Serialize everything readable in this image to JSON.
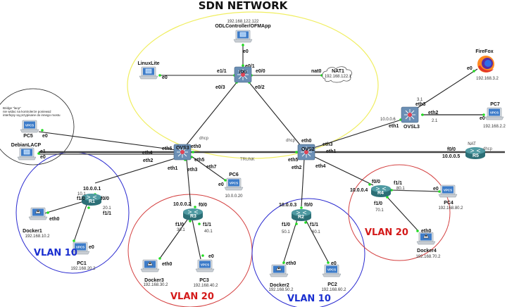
{
  "title": "SDN NETWORK",
  "regions": {
    "sdn_core": {
      "color": "#f0ee60"
    },
    "lacp_note": {
      "color": "#222222",
      "text_lines": [
        "Bridge \"lacp\"",
        "nie widac na kontrolerze ponieważ",
        "interfejsy są przypisane do innego mostu"
      ]
    },
    "vlan_r1": {
      "label": "VLAN 10",
      "color": "#2a2ad0"
    },
    "vlan_r3": {
      "label": "VLAN 20",
      "color": "#d44040"
    },
    "vlan_r2": {
      "label": "VLAN 10",
      "color": "#2a2ad0"
    },
    "vlan_r4": {
      "label": "VLAN 20",
      "color": "#d44040"
    }
  },
  "nodes": {
    "odl": {
      "name": "ODLController/OFMApp",
      "ip": "192.168.122.122",
      "icon": "server-icon"
    },
    "linuxlite": {
      "name": "LinuxLite",
      "icon": "server-icon"
    },
    "iou": {
      "name": "IOU",
      "icon": "switch-icon"
    },
    "nat1": {
      "name": "NAT1",
      "ip": "192.168.122.1",
      "icon": "cloud-icon"
    },
    "ovs3": {
      "name": "OVS3",
      "icon": "switch-icon"
    },
    "ovs2": {
      "name": "OVS2",
      "icon": "switch-icon"
    },
    "ovsl3": {
      "name": "OVSL3",
      "icon": "switch-icon"
    },
    "firefox": {
      "name": "FireFox",
      "ip": "192.168.3.2",
      "icon": "firefox-icon"
    },
    "pc7": {
      "name": "PC7",
      "ip": "192.168.2.2",
      "icon": "vpcs-icon"
    },
    "r5": {
      "name": "R5",
      "tag": "NAT",
      "extra": "dhcp",
      "icon": "router-icon"
    },
    "pc5": {
      "name": "PC5",
      "icon": "vpcs-icon"
    },
    "debian": {
      "name": "DebianLACP",
      "icon": "server-icon"
    },
    "pc6": {
      "name": "PC6",
      "ip": "10.0.0.20",
      "icon": "vpcs-icon"
    },
    "r1": {
      "name": "R1",
      "ip": "10.0.0.1",
      "icon": "router-icon"
    },
    "docker1": {
      "name": "Docker1",
      "ip": "192.168.10.2",
      "icon": "docker-icon"
    },
    "pc1": {
      "name": "PC1",
      "ip": "192.168.20.2",
      "icon": "vpcs-icon"
    },
    "r3": {
      "name": "R3",
      "ip": "10.0.0.2",
      "icon": "router-icon"
    },
    "docker3": {
      "name": "Docker3",
      "ip": "192.168.30.2",
      "icon": "docker-icon"
    },
    "pc3": {
      "name": "PC3",
      "ip": "192.168.40.2",
      "icon": "vpcs-icon"
    },
    "r2": {
      "name": "R2",
      "ip": "10.0.0.3",
      "icon": "router-icon"
    },
    "docker2": {
      "name": "Docker2",
      "ip": "192.168.50.2",
      "icon": "docker-icon"
    },
    "pc2": {
      "name": "PC2",
      "ip": "192.168.60.2",
      "icon": "vpcs-icon"
    },
    "r4": {
      "name": "R4",
      "ip": "10.0.0.4",
      "icon": "router-icon"
    },
    "pc4": {
      "name": "PC4",
      "ip": "192.168.80.2",
      "icon": "vpcs-icon"
    },
    "docker4": {
      "name": "Docker4",
      "ip": "192.168.70.2",
      "icon": "docker-icon"
    }
  },
  "ports": {
    "odl_e0": "e0",
    "iou_e01": "e0/1",
    "iou_e11": "e1/1",
    "linux_e0": "e0",
    "iou_e00": "e0/0",
    "nat_nat0": "nat0",
    "iou_e03": "e0/3",
    "iou_e02": "e0/2",
    "ovs3_eth0": "eth0",
    "ovs3_dhcp": "dhcp",
    "ovs3_eth6": "eth6",
    "ovs3_eth4": "eth4",
    "ovs3_eth2": "eth2",
    "ovs3_eth1": "eth1",
    "ovs3_eth3": "eth3",
    "ovs3_eth5": "eth5",
    "ovs3_eth7": "eth7",
    "pc5_e0": "e0",
    "deb_e1": "e1",
    "deb_e0": "e0",
    "pc6_e0": "e0",
    "trunk": "TRUNK",
    "ovs2_eth0": "eth0",
    "ovs2_dhcp": "dhcp",
    "ovs2_eth3": "eth3",
    "ovs2_eth1": "eth1",
    "ovs2_eth5": "eth5",
    "ovs2_eth2": "eth2",
    "ovs2_eth4": "eth4",
    "ovsl3_eth1": "eth1",
    "ovsl3_ip": "10.0.0.6",
    "ovsl3_eth3": "eth3",
    "ovsl3_eth3_ip": "3.1",
    "ovsl3_eth2": "eth2",
    "ovsl3_eth2_ip": "2.1",
    "ff_e0": "e0",
    "pc7_e0": "e0",
    "r5_f00": "f0/0",
    "r5_ip": "10.0.0.5",
    "r1_f00": "f0/0",
    "r1_f10": "f1/0",
    "r1_f10_ip": "10.1",
    "r1_f11": "f1/1",
    "r1_f11_ip": "20.1",
    "docker1_eth0": "eth0",
    "pc1_e0": "e0",
    "r3_f00": "f0/0",
    "r3_f10": "f1/0",
    "r3_f10_ip": "30.1",
    "r3_f11": "f1/1",
    "r3_f11_ip": "40.1",
    "docker3_eth0": "eth0",
    "pc3_e0": "e0",
    "r2_f00": "f0/0",
    "r2_f10": "f1/0",
    "r2_f10_ip": "50.1",
    "r2_f11": "f1/1",
    "r2_f11_ip": "60.1",
    "docker2_eth0": "eth0",
    "pc2_e0": "e0",
    "r4_f00": "f0/0",
    "r4_f10": "f1/0",
    "r4_f10_ip": "70.1",
    "r4_f11": "f1/1",
    "r4_f11_ip": "80.1",
    "pc4_e0": "e0",
    "docker4_eth0": "eth0"
  }
}
